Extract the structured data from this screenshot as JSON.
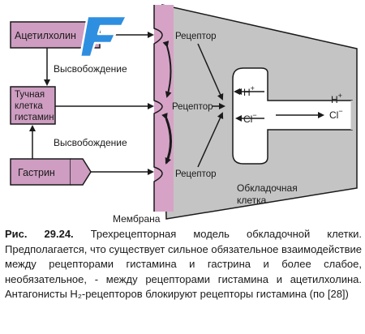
{
  "diagram": {
    "boxes": {
      "acetylcholine": "Ацетилхолин",
      "mast_cell_line1": "Тучная",
      "mast_cell_line2": "клетка",
      "mast_cell_line3": "гистамин",
      "gastrin": "Гастрин"
    },
    "release_label_top": "Высвобождение",
    "release_label_bottom": "Высвобождение",
    "receptor_top": "Рецептор",
    "receptor_middle": "Рецептор",
    "receptor_bottom": "Рецептор",
    "ion_h_inner": "H",
    "ion_h_inner_sup": "+",
    "ion_cl_inner": "Cl",
    "ion_cl_inner_sup": "−",
    "ion_h_outer": "H",
    "ion_h_outer_sup": "+",
    "ion_cl_outer": "Cl",
    "ion_cl_outer_sup": "−",
    "parietal_cell_line1": "Обкладочная",
    "parietal_cell_line2": "клетка",
    "membrane_label": "Мембрана",
    "logo_letter": "F"
  },
  "caption": {
    "lead": "Рис. 29.24.",
    "body": "Трехрецепторная модель обкладочной клетки. Предполагается, что существует сильное обязательное взаимодействие между рецепторами гистамина и гастрина и более слабое, необязательное, - между рецепторами гистамина и ацетилхолина. Антагонисты H₂-рецепторов блокируют рецепторы гистамина (по [28])"
  },
  "colors": {
    "cell_fill": "#c4c4c4",
    "membrane_fill": "#d6a3c7",
    "box_fill": "#ce9dc1",
    "logo_fill": "#2e8fe0"
  }
}
